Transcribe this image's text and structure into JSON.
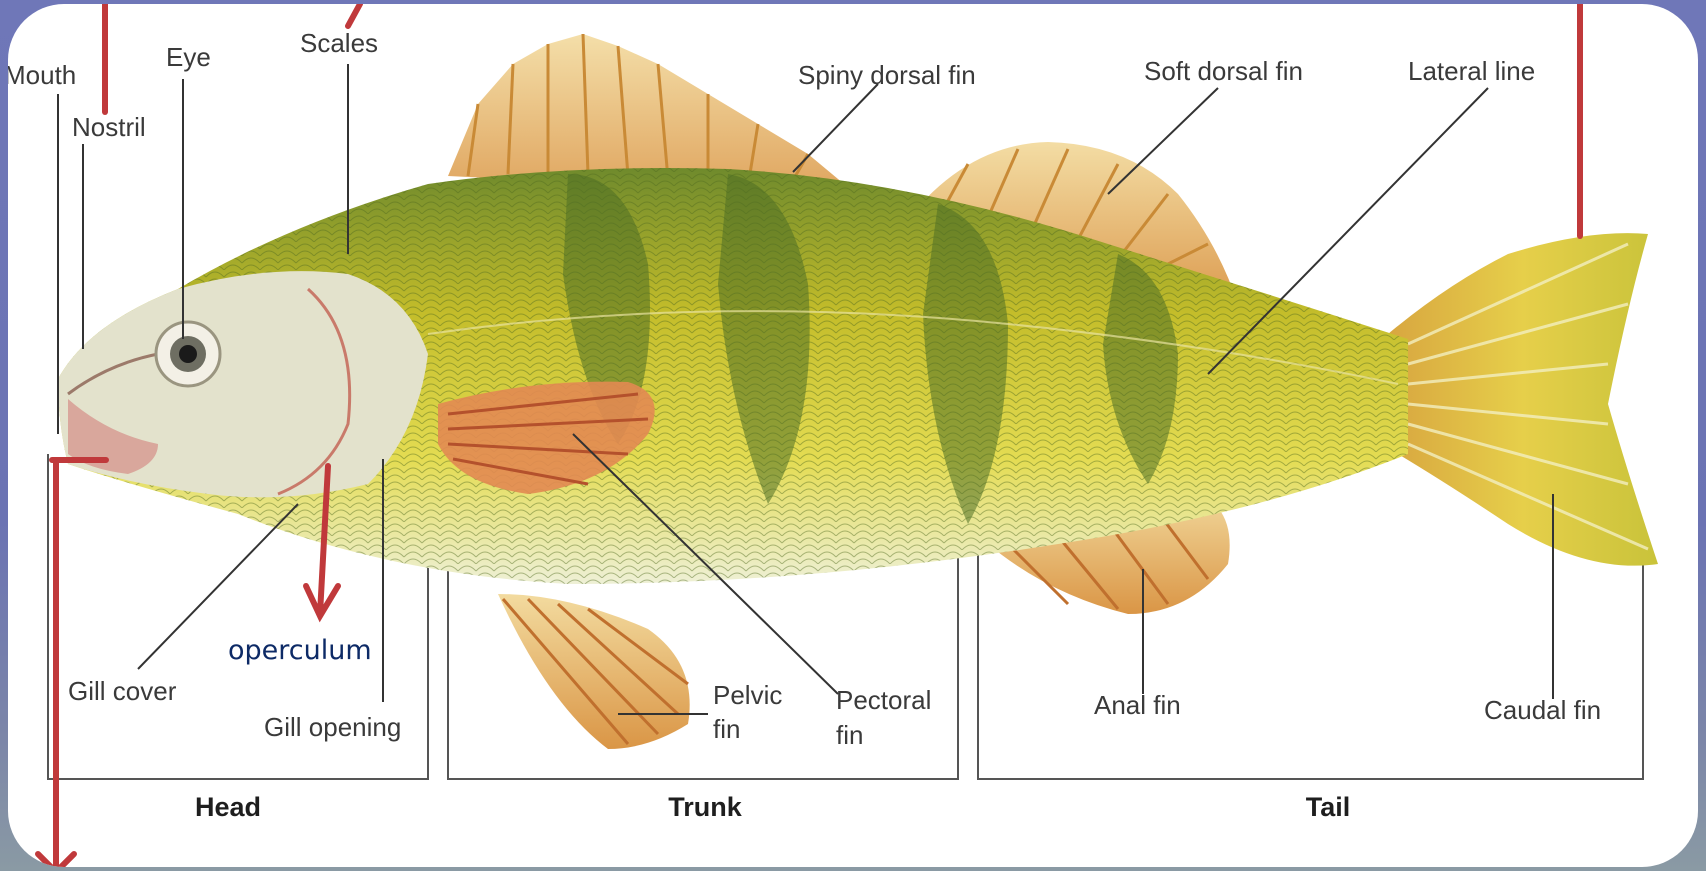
{
  "labels": {
    "mouth": "Mouth",
    "eye": "Eye",
    "scales": "Scales",
    "nostril": "Nostril",
    "spiny_dorsal_fin": "Spiny dorsal fin",
    "soft_dorsal_fin": "Soft dorsal fin",
    "lateral_line": "Lateral line",
    "gill_cover": "Gill cover",
    "gill_opening": "Gill opening",
    "pelvic_fin_1": "Pelvic",
    "pelvic_fin_2": "fin",
    "pectoral_fin_1": "Pectoral",
    "pectoral_fin_2": "fin",
    "anal_fin": "Anal fin",
    "caudal_fin": "Caudal fin",
    "operculum": "operculum"
  },
  "sections": {
    "head": "Head",
    "trunk": "Trunk",
    "tail": "Tail"
  },
  "colors": {
    "background": "#6f77b8",
    "card": "#ffffff",
    "arrow": "#c0393b",
    "fish_body": "#c9c22a",
    "fish_stripes": "#5f7a2a",
    "fins": "#e09a4a",
    "operculum_text": "#0d2a66"
  }
}
